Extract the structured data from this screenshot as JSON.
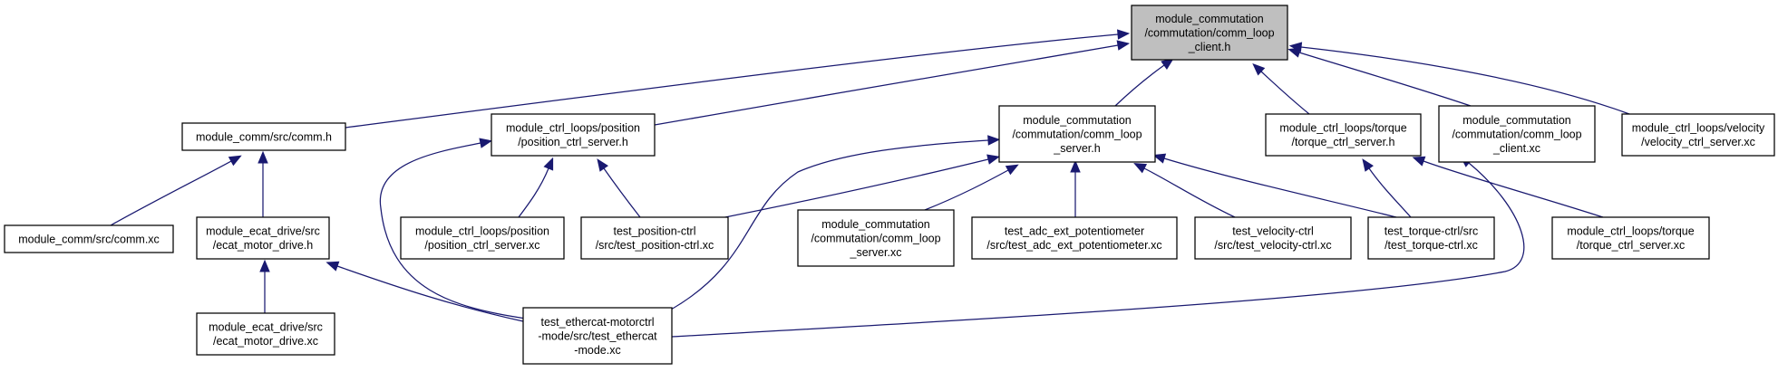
{
  "diagram": {
    "root": {
      "lines": [
        "module_commutation",
        "/commutation/comm_loop",
        "_client.h"
      ]
    },
    "nodes": {
      "comm_h": {
        "lines": [
          "module_comm/src/comm.h"
        ]
      },
      "pos_server_h": {
        "lines": [
          "module_ctrl_loops/position",
          "/position_ctrl_server.h"
        ]
      },
      "comm_loop_server_h": {
        "lines": [
          "module_commutation",
          "/commutation/comm_loop",
          "_server.h"
        ]
      },
      "torque_server_h": {
        "lines": [
          "module_ctrl_loops/torque",
          "/torque_ctrl_server.h"
        ]
      },
      "comm_loop_client_xc": {
        "lines": [
          "module_commutation",
          "/commutation/comm_loop",
          "_client.xc"
        ]
      },
      "velocity_server_h": {
        "lines": [
          "module_ctrl_loops/velocity",
          "/velocity_ctrl_server.xc"
        ]
      },
      "comm_xc": {
        "lines": [
          "module_comm/src/comm.xc"
        ]
      },
      "ecat_drive_h": {
        "lines": [
          "module_ecat_drive/src",
          "/ecat_motor_drive.h"
        ]
      },
      "pos_server_xc": {
        "lines": [
          "module_ctrl_loops/position",
          "/position_ctrl_server.xc"
        ]
      },
      "test_position": {
        "lines": [
          "test_position-ctrl",
          "/src/test_position-ctrl.xc"
        ]
      },
      "comm_loop_server_xc": {
        "lines": [
          "module_commutation",
          "/commutation/comm_loop",
          "_server.xc"
        ]
      },
      "test_adc": {
        "lines": [
          "test_adc_ext_potentiometer",
          "/src/test_adc_ext_potentiometer.xc"
        ]
      },
      "test_velocity": {
        "lines": [
          "test_velocity-ctrl",
          "/src/test_velocity-ctrl.xc"
        ]
      },
      "test_torque": {
        "lines": [
          "test_torque-ctrl/src",
          "/test_torque-ctrl.xc"
        ]
      },
      "torque_server_xc": {
        "lines": [
          "module_ctrl_loops/torque",
          "/torque_ctrl_server.xc"
        ]
      },
      "ecat_drive_xc": {
        "lines": [
          "module_ecat_drive/src",
          "/ecat_motor_drive.xc"
        ]
      },
      "test_ethercat": {
        "lines": [
          "test_ethercat-motorctrl",
          "-mode/src/test_ethercat",
          "-mode.xc"
        ]
      }
    },
    "edges": [
      {
        "from": "comm_h",
        "to": "root"
      },
      {
        "from": "pos_server_h",
        "to": "root"
      },
      {
        "from": "comm_loop_server_h",
        "to": "root"
      },
      {
        "from": "torque_server_h",
        "to": "root"
      },
      {
        "from": "comm_loop_client_xc",
        "to": "root"
      },
      {
        "from": "velocity_server_h",
        "to": "root"
      },
      {
        "from": "comm_xc",
        "to": "comm_h"
      },
      {
        "from": "ecat_drive_h",
        "to": "comm_h"
      },
      {
        "from": "ecat_drive_xc",
        "to": "ecat_drive_h"
      },
      {
        "from": "test_ethercat",
        "to": "ecat_drive_h"
      },
      {
        "from": "pos_server_xc",
        "to": "pos_server_h"
      },
      {
        "from": "test_position",
        "to": "pos_server_h"
      },
      {
        "from": "test_ethercat",
        "to": "pos_server_h"
      },
      {
        "from": "test_position",
        "to": "comm_loop_server_h"
      },
      {
        "from": "test_ethercat",
        "to": "comm_loop_server_h"
      },
      {
        "from": "comm_loop_server_xc",
        "to": "comm_loop_server_h"
      },
      {
        "from": "test_adc",
        "to": "comm_loop_server_h"
      },
      {
        "from": "test_velocity",
        "to": "comm_loop_server_h"
      },
      {
        "from": "test_torque",
        "to": "comm_loop_server_h"
      },
      {
        "from": "test_torque",
        "to": "torque_server_h"
      },
      {
        "from": "torque_server_xc",
        "to": "torque_server_h"
      },
      {
        "from": "test_ethercat",
        "to": "torque_server_h"
      }
    ]
  }
}
